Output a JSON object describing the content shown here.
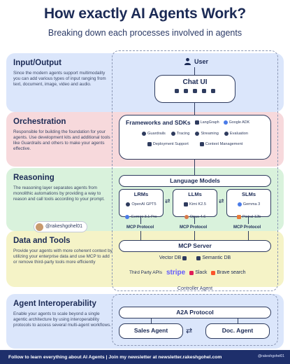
{
  "header": {
    "title": "How exactly AI Agents Work?",
    "subtitle": "Breaking down each processes involved in agents"
  },
  "colors": {
    "io_band": "#dbe6fb",
    "orchestration_band": "#f7d9dc",
    "reasoning_band": "#d9f2dc",
    "data_band": "#f5f3c7",
    "interoperability_band": "#dbe6fb",
    "footer": "#1e2f6b",
    "ink": "#1b2a55"
  },
  "sections": {
    "io": {
      "title": "Input/Output",
      "desc": "Since the modern agents support multimodality you can add various types of input ranging from text, document, image, video and audio."
    },
    "orchestration": {
      "title": "Orchestration",
      "desc": "Responsible for building the foundation for your agents. Use development kits and additional tools like Guardrails and others to make your agents effective."
    },
    "reasoning": {
      "title": "Reasoning",
      "desc": "The reasoning layer separates agents from monolithic automations by providing a way to reason and call tools according to your prompt."
    },
    "data": {
      "title": "Data and Tools",
      "desc": "Provide your agents with more coherent context by utilizing your enterprise data and use MCP to add or remove third-party tools more efficiently"
    },
    "interop": {
      "title": "Agent Interoperability",
      "desc": "Enable your agents to scale beyond a single agentic architecture by using interoperability protocols to access several multi-agent workflows."
    }
  },
  "diagram": {
    "user_label": "User",
    "chat_ui_label": "Chat UI",
    "frameworks": {
      "title": "Frameworks and SDKs",
      "langgraph": "LangGraph",
      "google_adk": "Google ADK",
      "guardrails": "Guardrails",
      "tracing": "Tracing",
      "streaming": "Streaming",
      "evaluation": "Evaluation",
      "deployment": "Deployment Support",
      "context": "Context Management"
    },
    "language_models": {
      "title": "Language Models",
      "lrms_title": "LRMs",
      "lrms_1": "OpenAI GPT5",
      "lrms_2": "Gemini 3.1 Pro",
      "llms_title": "LLMs",
      "llms_1": "Kimi K2.5",
      "llms_2": "Opus 4.6",
      "slms_title": "SLMs",
      "slms_1": "Gemma 3",
      "slms_2": "Pixtral 12b"
    },
    "mcp_protocol_label": "MCP Protocol",
    "mcp_server": {
      "title": "MCP Server",
      "vector_db": "Vector DB",
      "semantic_db": "Semantic DB",
      "third_party": "Third Party APIs",
      "stripe": "stripe",
      "slack": "Slack",
      "brave": "Brave search"
    },
    "controller_agent": "Controller Agent",
    "a2a_protocol": "A2A Protocol",
    "sales_agent": "Sales Agent",
    "doc_agent": "Doc. Agent"
  },
  "handle": "@rakeshgohel01",
  "footer": {
    "text": "Follow to learn everything about AI Agents | Join my newsletter at newsletter.rakeshgohel.com",
    "handle": "@rakeshgohel01"
  }
}
